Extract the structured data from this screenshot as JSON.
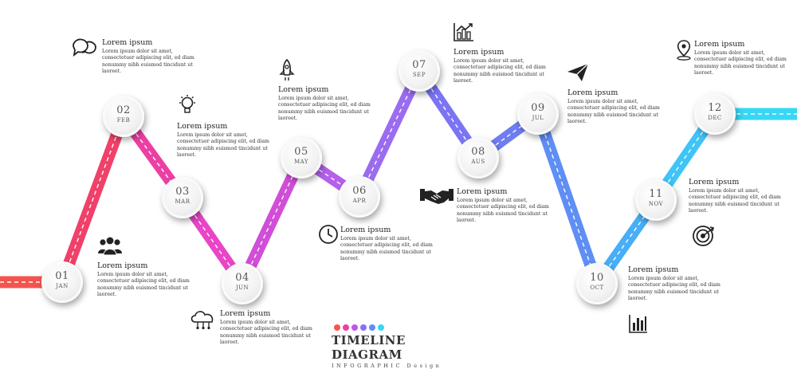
{
  "milestones": [
    {
      "num": "01",
      "month": "JAN"
    },
    {
      "num": "02",
      "month": "FEB"
    },
    {
      "num": "03",
      "month": "MAR"
    },
    {
      "num": "04",
      "month": "JUN"
    },
    {
      "num": "05",
      "month": "MAY"
    },
    {
      "num": "06",
      "month": "APR"
    },
    {
      "num": "07",
      "month": "SEP"
    },
    {
      "num": "08",
      "month": "AUS"
    },
    {
      "num": "09",
      "month": "JUL"
    },
    {
      "num": "10",
      "month": "OCT"
    },
    {
      "num": "11",
      "month": "NOV"
    },
    {
      "num": "12",
      "month": "DEC"
    }
  ],
  "info": {
    "title": "Lorem ipsum",
    "body": "Lorem ipsum dolor sit amet, consectetuer adipiscing elit, ed diam nonummy nibh euismod tincidunt ut laoreet."
  },
  "icons": [
    "chat-icon",
    "lightbulb-icon",
    "rocket-icon",
    "growth-chart-icon",
    "paper-plane-icon",
    "location-pin-icon",
    "team-icon",
    "cloud-network-icon",
    "clock-icon",
    "handshake-icon",
    "bar-chart-icon",
    "target-icon"
  ],
  "colors": {
    "segments": [
      "#f5544e",
      "#f0416a",
      "#ec3fa4",
      "#e845c7",
      "#d14ed9",
      "#b460ea",
      "#9b6cf0",
      "#7b74f3",
      "#6e7df2",
      "#5f8ef4",
      "#47aef7",
      "#3fc4f7",
      "#36d8f4"
    ],
    "dots": [
      "#f5544e",
      "#ec3fa4",
      "#c057e3",
      "#8b6ff2",
      "#5f8ef4",
      "#36d8f4"
    ]
  },
  "footer": {
    "title": "TIMELINE DIAGRAM",
    "subtitle": "INFOGRAPHIC Design"
  },
  "watermark_id": "692885602"
}
